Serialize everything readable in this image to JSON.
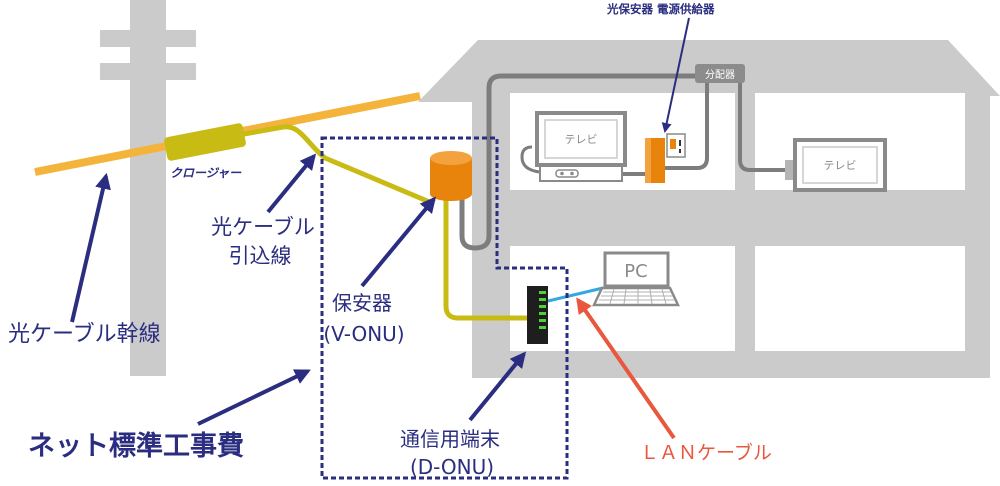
{
  "labels": {
    "power_supply": "光保安器 電源供給器",
    "splitter": "分配器",
    "tv_upper": "テレビ",
    "tv_right": "テレビ",
    "pc": "PC",
    "closure": "クロージャー",
    "drop_line1": "光ケーブル",
    "drop_line2": "引込線",
    "trunk": "光ケーブル幹線",
    "protector_line1": "保安器",
    "protector_line2": "(V-ONU)",
    "standard_fee": "ネット標準工事費",
    "onu_line1": "通信用端末",
    "onu_line2": "(D-ONU)",
    "lan_cable": "ＬＡＮケーブル"
  },
  "colors": {
    "navy": "#2b2e80",
    "red": "#e9573f",
    "wall": "#cbcbcb",
    "cable_gray": "#7d7d7d",
    "trunk": "#f4b43c",
    "drop": "#c8bb14",
    "device_orange": "#e8830c",
    "lan_blue": "#35a8e0"
  }
}
